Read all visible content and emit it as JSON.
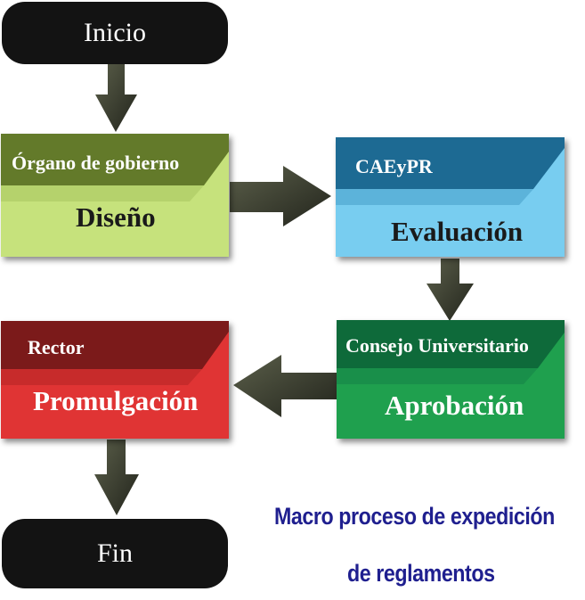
{
  "start": {
    "label": "Inicio"
  },
  "end": {
    "label": "Fin"
  },
  "boxes": [
    {
      "id": "diseno",
      "actor": "Órgano de gobierno",
      "stage": "Diseño",
      "colors": {
        "top": "#637a2a",
        "bottom": "#c6e27c",
        "stage_text": "#1a1a1a"
      }
    },
    {
      "id": "evaluacion",
      "actor": "CAEyPR",
      "stage": "Evaluación",
      "colors": {
        "top": "#1d6a93",
        "bottom": "#78cdf0",
        "stage_text": "#1a1a1a"
      }
    },
    {
      "id": "aprobacion",
      "actor": "Consejo Universitario",
      "stage": "Aprobación",
      "colors": {
        "top": "#0e6a3a",
        "bottom": "#1fa04e",
        "stage_text": "#ffffff"
      }
    },
    {
      "id": "promulgacion",
      "actor": "Rector",
      "stage": "Promulgación",
      "colors": {
        "top": "#7b1a1a",
        "bottom": "#e03434",
        "stage_text": "#ffffff"
      }
    }
  ],
  "caption": {
    "line1": "Macro proceso de expedición",
    "line2": "de reglamentos"
  },
  "arrow_color": "#3c3f33"
}
